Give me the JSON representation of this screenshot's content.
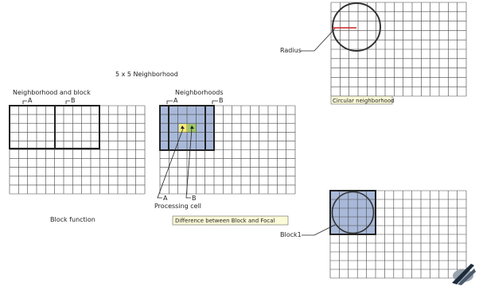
{
  "labels": {
    "five_by_five": "5 x 5 Neighborhood",
    "neighborhood_and_block": "Neighborhood and block",
    "neighborhoods": "Neighborhoods",
    "left_a": "A",
    "left_b": "B",
    "mid_a_top": "A",
    "mid_b_top": "B",
    "mid_a_bottom": "A",
    "mid_b_bottom": "B",
    "processing_cell": "Processing cell",
    "block_function": "Block function",
    "difference_box": "Difference between Block and Focal",
    "radius": "Radius",
    "circular_neighborhood": "Circular neighborhood",
    "block1": "Block1"
  },
  "colors": {
    "neighborhood_fill": "#a9b9d9",
    "processing_yellow": "#f4ee7a",
    "processing_green": "#9ec86a",
    "caption_fill": "#fbfbd8",
    "radius_line": "#cc2222"
  }
}
